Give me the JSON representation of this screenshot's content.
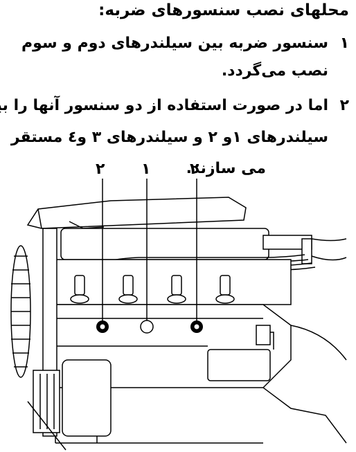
{
  "heading": "محلهای نصب سنسورهای ضربه:",
  "items": [
    {
      "number": "۱",
      "lines": [
        "سنسور ضربه بین سیلندرهای دوم و سوم",
        "نصب می‌گردد."
      ]
    },
    {
      "number": "۲",
      "lines": [
        "اما در صورت استفاده از دو سنسور آنها را بین",
        "سیلندرهای ۱و ۲ و سیلندرهای ۳ و٤ مستقر",
        "می سازند."
      ]
    }
  ],
  "diagram": {
    "callouts": [
      {
        "label": "۲"
      },
      {
        "label": "۱"
      },
      {
        "label": "۲"
      }
    ]
  }
}
